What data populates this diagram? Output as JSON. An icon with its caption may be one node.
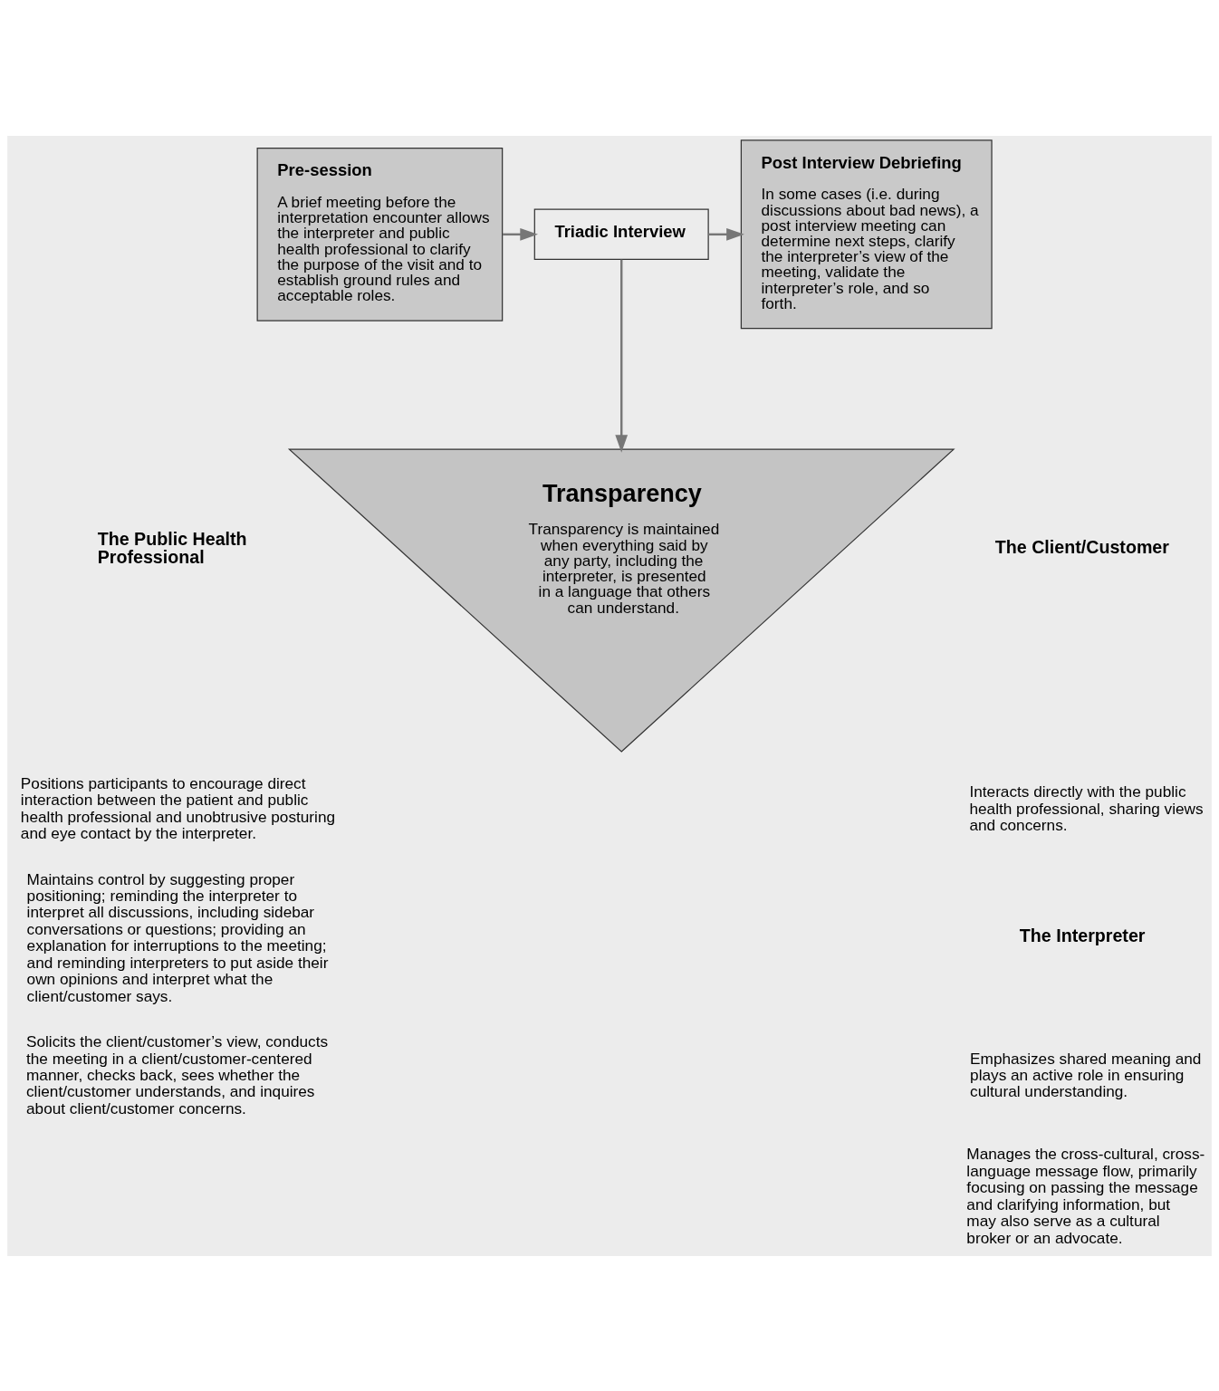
{
  "diagram": {
    "nodes": [
      {
        "text": [
          "Pre-session",
          "A brief meeting before the interpretation encounter allows the interpreter and public health professional to clarify the purpose of the visit and to establish ground rules and acceptable roles."
        ]
      },
      {
        "text": [
          "Triadic Interview"
        ]
      },
      {
        "text": [
          "Post Interview Debriefing",
          "In some cases (i.e. during discussions about bad news), a post interview meeting can determine next steps, clarify the interpreter’s view of the meeting, validate the interpreter’s role, and so forth."
        ]
      },
      {
        "text": [
          "Transparency",
          "Transparency is maintained when everything said by any party, including the interpreter, is presented in a language that others can understand."
        ]
      }
    ],
    "edges": [
      {
        "from": 0,
        "to": 1,
        "arrow": "to"
      },
      {
        "from": 1,
        "to": 2,
        "arrow": "to"
      },
      {
        "from": 1,
        "to": 3,
        "arrow": "to"
      }
    ],
    "labels": [
      "The Public Health Professional",
      "Positions participants to encourage direct interaction between the patient and public health professional and unobtrusive posturing and eye contact by the interpreter.",
      "Maintains control by suggesting proper positioning; reminding the interpreter to interpret all discussions, including sidebar conversations or questions; providing an explanation for interruptions to the meeting; and reminding interpreters to put aside their own opinions and interpret what the client/customer says.",
      "Solicits the client/customer’s view, conducts the meeting in a client/customer-centered manner, checks back, sees whether the client/customer understands, and inquires about client/customer concerns.",
      "The Client/Customer",
      "Interacts directly with the public health professional, sharing views and concerns.",
      "The Interpreter",
      "Emphasizes shared meaning and plays an active role in ensuring cultural understanding.",
      "Manages the cross-cultural, cross-language message flow, primarily focusing on passing the message and clarifying information, but may also serve as a cultural broker or an advocate."
    ]
  }
}
